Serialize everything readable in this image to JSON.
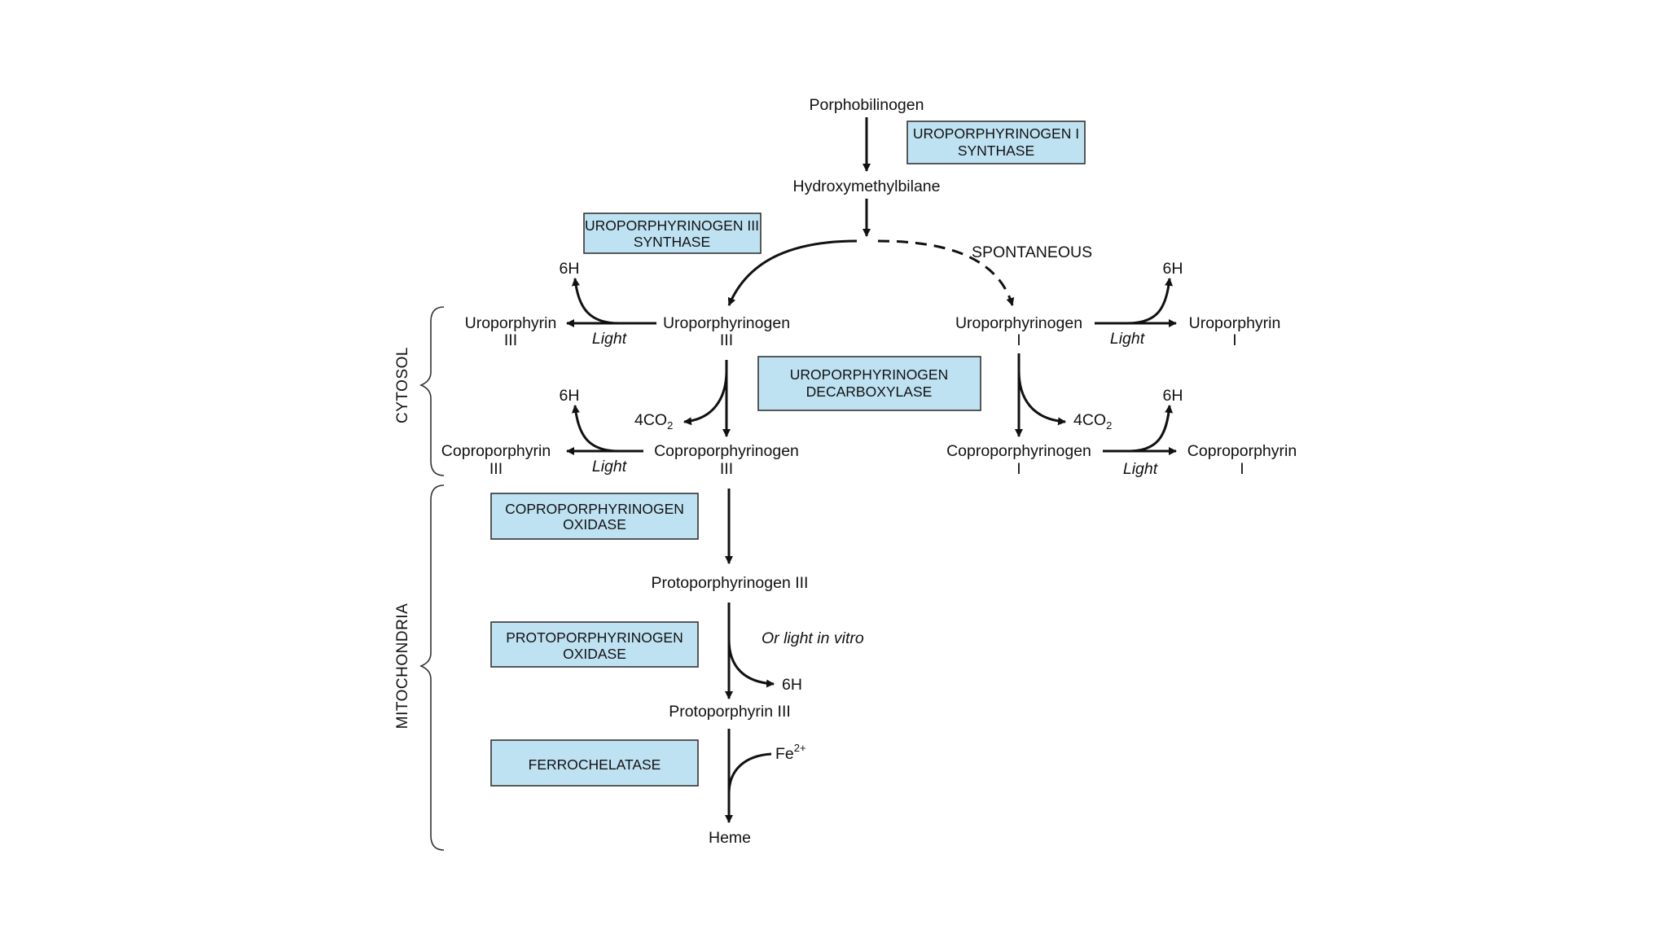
{
  "molecules": {
    "porphobilinogen": "Porphobilinogen",
    "hydroxymethylbilane": "Hydroxymethylbilane",
    "uroporphyrinogen_iii": "Uroporphyrinogen",
    "uroporphyrinogen_iii_num": "III",
    "uroporphyrin_iii": "Uroporphyrin",
    "uroporphyrin_iii_num": "III",
    "uroporphyrinogen_i": "Uroporphyrinogen",
    "uroporphyrinogen_i_num": "I",
    "uroporphyrin_i": "Uroporphyrin",
    "uroporphyrin_i_num": "I",
    "coproporphyrinogen_iii": "Coproporphyrinogen",
    "coproporphyrinogen_iii_num": "III",
    "coproporphyrin_iii": "Coproporphyrin",
    "coproporphyrin_iii_num": "III",
    "coproporphyrinogen_i": "Coproporphyrinogen",
    "coproporphyrinogen_i_num": "I",
    "coproporphyrin_i": "Coproporphyrin",
    "coproporphyrin_i_num": "I",
    "protoporphyrinogen_iii": "Protoporphyrinogen III",
    "protoporphyrin_iii": "Protoporphyrin III",
    "heme": "Heme"
  },
  "enzymes": {
    "uroporphyrinogen_i_synthase": [
      "UROPORPHYRINOGEN I",
      "SYNTHASE"
    ],
    "uroporphyrinogen_iii_synthase": [
      "UROPORPHYRINOGEN III",
      "SYNTHASE"
    ],
    "uroporphyrinogen_decarboxylase": [
      "UROPORPHYRINOGEN",
      "DECARBOXYLASE"
    ],
    "coproporphyrinogen_oxidase": [
      "COPROPORPHYRINOGEN",
      "OXIDASE"
    ],
    "protoporphyrinogen_oxidase": [
      "PROTOPORPHYRINOGEN",
      "OXIDASE"
    ],
    "ferrochelatase": [
      "FERROCHELATASE"
    ]
  },
  "labels": {
    "spontaneous": "SPONTANEOUS",
    "light": "Light",
    "six_h": "6H",
    "co2_prefix": "4CO",
    "co2_sub": "2",
    "or_light_in_vitro": "Or light in vitro",
    "fe": "Fe",
    "fe_charge": "2+"
  },
  "compartments": {
    "cytosol": "CYTOSOL",
    "mitochondria": "MITOCHONDRIA"
  },
  "colors": {
    "enzyme_box_fill": "#bfe2f3",
    "enzyme_box_stroke": "#333333",
    "line": "#111111"
  }
}
